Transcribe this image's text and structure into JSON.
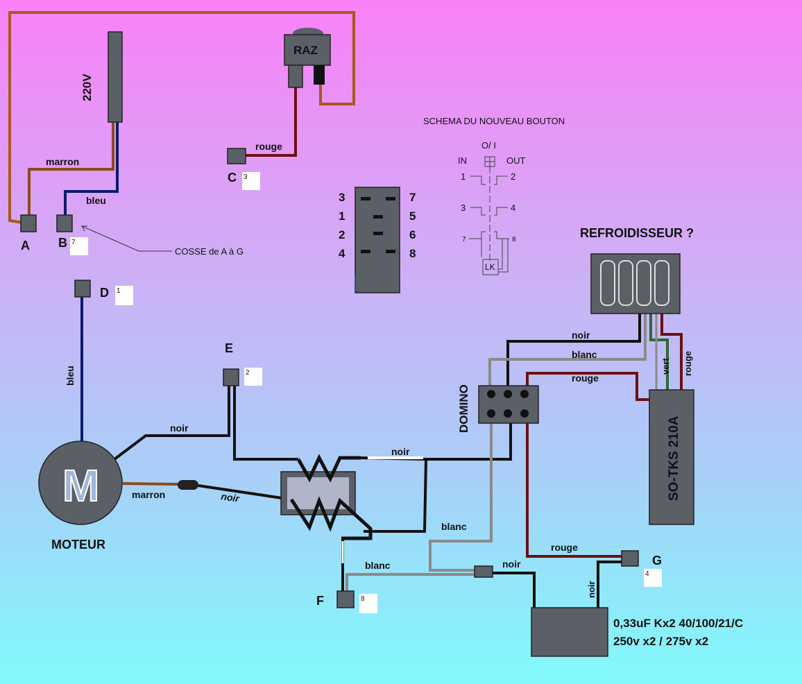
{
  "raz_label": "RAZ",
  "voltage_label": "220V",
  "schema_title": "SCHEMA DU NOUVEAU BOUTON",
  "switch": {
    "top": "O/ I",
    "in": "IN",
    "out": "OUT",
    "lk": "LK",
    "n1": "1",
    "n2": "2",
    "n3": "3",
    "n4": "4",
    "n7": "7",
    "n8": "8"
  },
  "refroidisseur_label": "REFROIDISSEUR ?",
  "cosse_label": "COSSE de A à G",
  "domino_label": "DOMINO",
  "sotks_label": "SO-TKS 210A",
  "moteur_label": "MOTEUR",
  "motor_letter": "M",
  "capacitor": {
    "line1": "0,33uF Kx2  40/100/21/C",
    "line2": "250v x2 / 275v x2"
  },
  "terminals": {
    "A": "A",
    "B": "B",
    "C": "C",
    "D": "D",
    "E": "E",
    "F": "F",
    "G": "G",
    "num_B": "7",
    "num_C": "3",
    "num_D": "1",
    "num_E": "2",
    "num_F": "8",
    "num_G": "4"
  },
  "pinout": {
    "p3": "3",
    "p1": "1",
    "p2": "2",
    "p4": "4",
    "p7": "7",
    "p5": "5",
    "p6": "6",
    "p8": "8"
  },
  "wires": {
    "marron_top": "marron",
    "bleu_top": "bleu",
    "rouge_c": "rouge",
    "bleu_d": "bleu",
    "noir_e": "noir",
    "marron_m": "marron",
    "noir_m": "noir",
    "noir_mid": "noir",
    "noir_top": "noir",
    "blanc_top": "blanc",
    "rouge_top": "rouge",
    "vert": "vert",
    "rouge_right": "rouge",
    "blanc_mid": "blanc",
    "blanc_f": "blanc",
    "noir_cap": "noir",
    "rouge_g": "rouge",
    "noir_g": "noir"
  },
  "colors": {
    "marron": "#8a4a1c",
    "bleu": "#0c1a6e",
    "rouge": "#6e0f12",
    "noir": "#111111",
    "blanc": "#8a8a8a",
    "vert": "#2d6b2d",
    "orange": "#a8581c"
  }
}
